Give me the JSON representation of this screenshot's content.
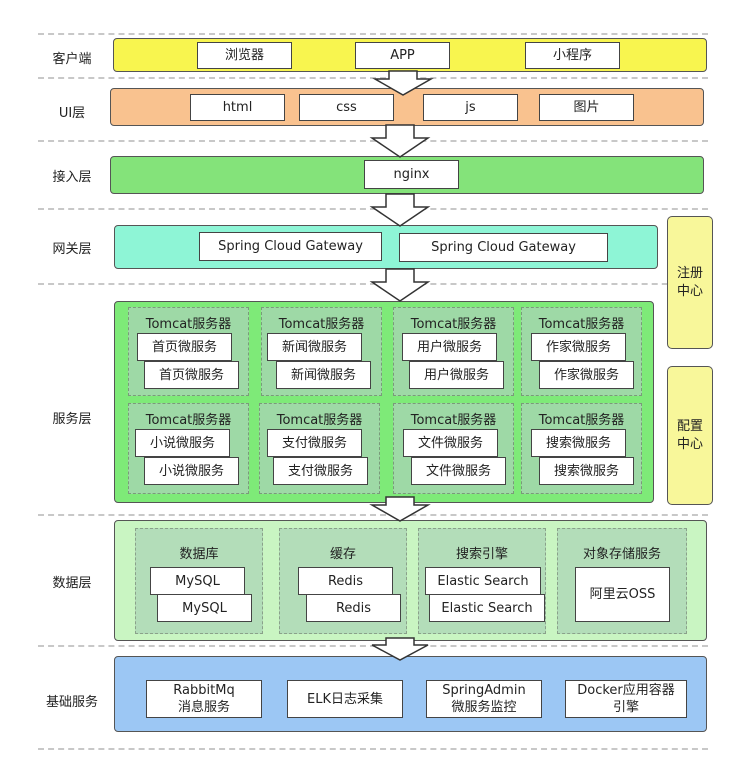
{
  "layers": {
    "client": "客户端",
    "ui": "UI层",
    "access": "接入层",
    "gateway": "网关层",
    "service": "服务层",
    "data": "数据层",
    "infra": "基础服务"
  },
  "client": [
    "浏览器",
    "APP",
    "小程序"
  ],
  "ui": [
    "html",
    "css",
    "js",
    "图片"
  ],
  "access": [
    "nginx"
  ],
  "gateway": [
    "Spring Cloud Gateway",
    "Spring Cloud Gateway"
  ],
  "tomcats": [
    {
      "title": "Tomcat服务器",
      "service": "首页微服务"
    },
    {
      "title": "Tomcat服务器",
      "service": "新闻微服务"
    },
    {
      "title": "Tomcat服务器",
      "service": "用户微服务"
    },
    {
      "title": "Tomcat服务器",
      "service": "作家微服务"
    },
    {
      "title": "Tomcat服务器",
      "service": "小说微服务"
    },
    {
      "title": "Tomcat服务器",
      "service": "支付微服务"
    },
    {
      "title": "Tomcat服务器",
      "service": "文件微服务"
    },
    {
      "title": "Tomcat服务器",
      "service": "搜索微服务"
    }
  ],
  "data_groups": [
    {
      "title": "数据库",
      "item": "MySQL"
    },
    {
      "title": "缓存",
      "item": "Redis"
    },
    {
      "title": "搜索引擎",
      "item": "Elastic Search"
    },
    {
      "title": "对象存储服务",
      "item": "阿里云OSS"
    }
  ],
  "infra": [
    "RabbitMq\n消息服务",
    "ELK日志采集",
    "SpringAdmin\n微服务监控",
    "Docker应用容器\n引擎"
  ],
  "side": {
    "registry": "注册\n中心",
    "config": "配置\n中心"
  },
  "colors": {
    "client": "#f8f54f",
    "ui": "#f9c28f",
    "access": "#84e37a",
    "gateway": "#8ef5d6",
    "service": "#7eea78",
    "data": "#c9f5c2",
    "infra": "#9cc7f4",
    "side": "#f8f79a"
  }
}
